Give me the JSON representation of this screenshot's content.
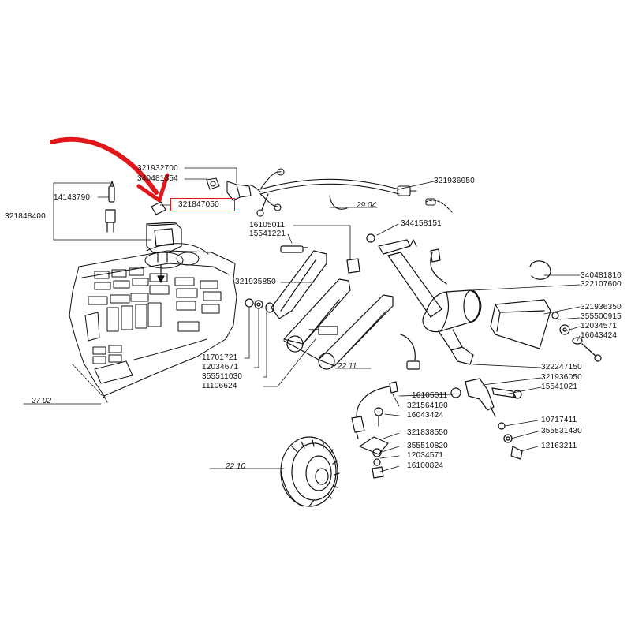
{
  "colors": {
    "highlight": "#e0161b",
    "ink": "#111111",
    "background": "#ffffff"
  },
  "highlight": {
    "label": "321847050"
  },
  "parts": {
    "p321932700": "321932700",
    "p340481354": "340481354",
    "p14143790": "14143790",
    "p321848400": "321848400",
    "p321936950": "321936950",
    "p16105011a": "16105011",
    "p15541221": "15541221",
    "p344158151": "344158151",
    "p321935850": "321935850",
    "p340481810": "340481810",
    "p322107600": "322107600",
    "p321936350": "321936350",
    "p355500915": "355500915",
    "p12034571a": "12034571",
    "p16043424a": "16043424",
    "p11701721": "11701721",
    "p12034671": "12034671",
    "p355511030": "355511030",
    "p11106624": "11106624",
    "p322247150": "322247150",
    "p321936050": "321936050",
    "p15541021": "15541021",
    "p16105011b": "16105011",
    "p321564100": "321564100",
    "p16043424b": "16043424",
    "p321838550": "321838550",
    "p355510820": "355510820",
    "p12034571b": "12034571",
    "p16100824": "16100824",
    "p10717411": "10717411",
    "p355531430": "355531430",
    "p12163211": "12163211"
  },
  "refs": {
    "r2904": "29 04",
    "r2211": "22 11",
    "r2702": "27 02",
    "r2210": "22 10"
  }
}
